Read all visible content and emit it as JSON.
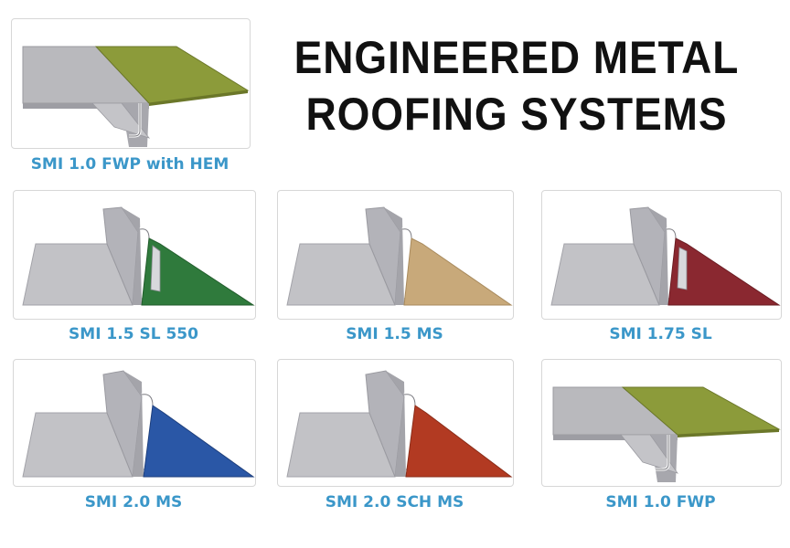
{
  "title": {
    "line1": "ENGINEERED METAL",
    "line2": "ROOFING SYSTEMS"
  },
  "colors": {
    "caption": "#3b97c9",
    "metal_gray": "#b9b9bd",
    "olive": "#8c9b3a",
    "green": "#2f7a3c",
    "tan": "#c8a97a",
    "maroon": "#8a2830",
    "blue": "#2a57a6",
    "red": "#b23a22"
  },
  "panels": [
    {
      "id": "smi-1-0-fwp-with-hem",
      "label": "SMI 1.0 FWP with HEM",
      "style": "flat",
      "panel_color": "olive"
    },
    {
      "id": "smi-1-5-sl-550",
      "label": "SMI 1.5 SL 550",
      "style": "seam",
      "panel_color": "green"
    },
    {
      "id": "smi-1-5-ms",
      "label": "SMI 1.5 MS",
      "style": "seam",
      "panel_color": "tan"
    },
    {
      "id": "smi-1-75-sl",
      "label": "SMI 1.75 SL",
      "style": "seam",
      "panel_color": "maroon"
    },
    {
      "id": "smi-2-0-ms",
      "label": "SMI 2.0 MS",
      "style": "seam",
      "panel_color": "blue"
    },
    {
      "id": "smi-2-0-sch-ms",
      "label": "SMI 2.0 SCH MS",
      "style": "seam",
      "panel_color": "red"
    },
    {
      "id": "smi-1-0-fwp",
      "label": "SMI 1.0 FWP",
      "style": "flat",
      "panel_color": "olive"
    }
  ]
}
